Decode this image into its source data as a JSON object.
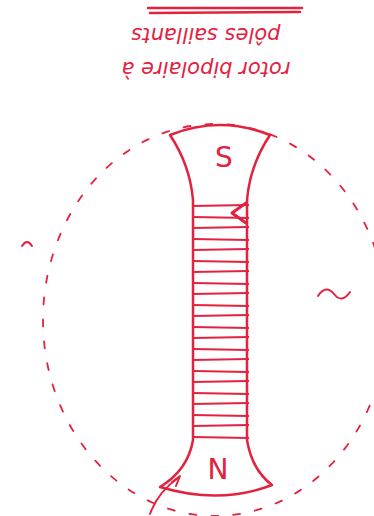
{
  "diagram": {
    "labels": [
      "rotor bipolaire à pôles saillants",
      "S",
      "N"
    ]
  }
}
